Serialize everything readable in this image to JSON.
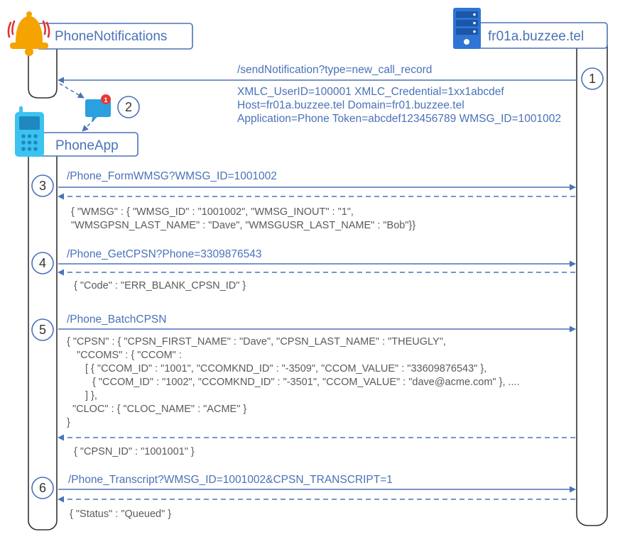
{
  "participants": {
    "phone_notifications": "PhoneNotifications",
    "server": "fr01a.buzzee.tel",
    "phone_app": "PhoneApp"
  },
  "notification_badge": "1",
  "steps": [
    "1",
    "2",
    "3",
    "4",
    "5",
    "6"
  ],
  "messages": {
    "send_notification": {
      "request": "/sendNotification?type=new_call_record",
      "params": [
        "XMLC_UserID=100001  XMLC_Credential=1xx1abcdef",
        "Host=fr01a.buzzee.tel Domain=fr01.buzzee.tel",
        "Application=Phone Token=abcdef123456789  WMSG_ID=1001002"
      ]
    },
    "form_wmsg": {
      "request": "/Phone_FormWMSG?WMSG_ID=1001002",
      "response": [
        "{ \"WMSG\" : { \"WMSG_ID\" : \"1001002\", \"WMSG_INOUT\" : \"1\",",
        "\"WMSGPSN_LAST_NAME\" : \"Dave\", \"WMSGUSR_LAST_NAME\" : \"Bob\"}}"
      ]
    },
    "get_cpsn": {
      "request": "/Phone_GetCPSN?Phone=3309876543",
      "response": [
        "{ \"Code\" : \"ERR_BLANK_CPSN_ID\" }"
      ]
    },
    "batch_cpsn": {
      "request": "/Phone_BatchCPSN",
      "body": [
        "{ \"CPSN\" : { \"CPSN_FIRST_NAME\" : \"Dave\", \"CPSN_LAST_NAME\" : \"THEUGLY\",",
        "\"CCOMS\" : { \"CCOM\" :",
        "[ { \"CCOM_ID\" : \"1001\", \"CCOMKND_ID\" : \"-3509\", \"CCOM_VALUE\" : \"33609876543\" },",
        "{ \"CCOM_ID\" : \"1002\", \"CCOMKND_ID\" : \"-3501\", \"CCOM_VALUE\" : \"dave@acme.com\" },   ....",
        "] },",
        "\"CLOC\" : { \"CLOC_NAME\" : \"ACME\" }",
        "}"
      ],
      "response": [
        "{ \"CPSN_ID\" : \"1001001\" }"
      ]
    },
    "transcript": {
      "request": "/Phone_Transcript?WMSG_ID=1001002&CPSN_TRANSCRIPT=1",
      "response": [
        "{ \"Status\" : \"Queued\" }"
      ]
    }
  },
  "colors": {
    "line": "#4a72b8",
    "lifeline": "#333333",
    "bell": "#f5a300",
    "bell_waves": "#e03030",
    "server_icon": "#2e75d6",
    "phone_icon": "#3cc3f0",
    "chat_icon": "#2b9fe0",
    "badge": "#e53935"
  },
  "icons": {
    "bell": "bell-icon",
    "server": "server-icon",
    "phone": "mobile-phone-icon",
    "chat": "chat-bubble-icon"
  }
}
